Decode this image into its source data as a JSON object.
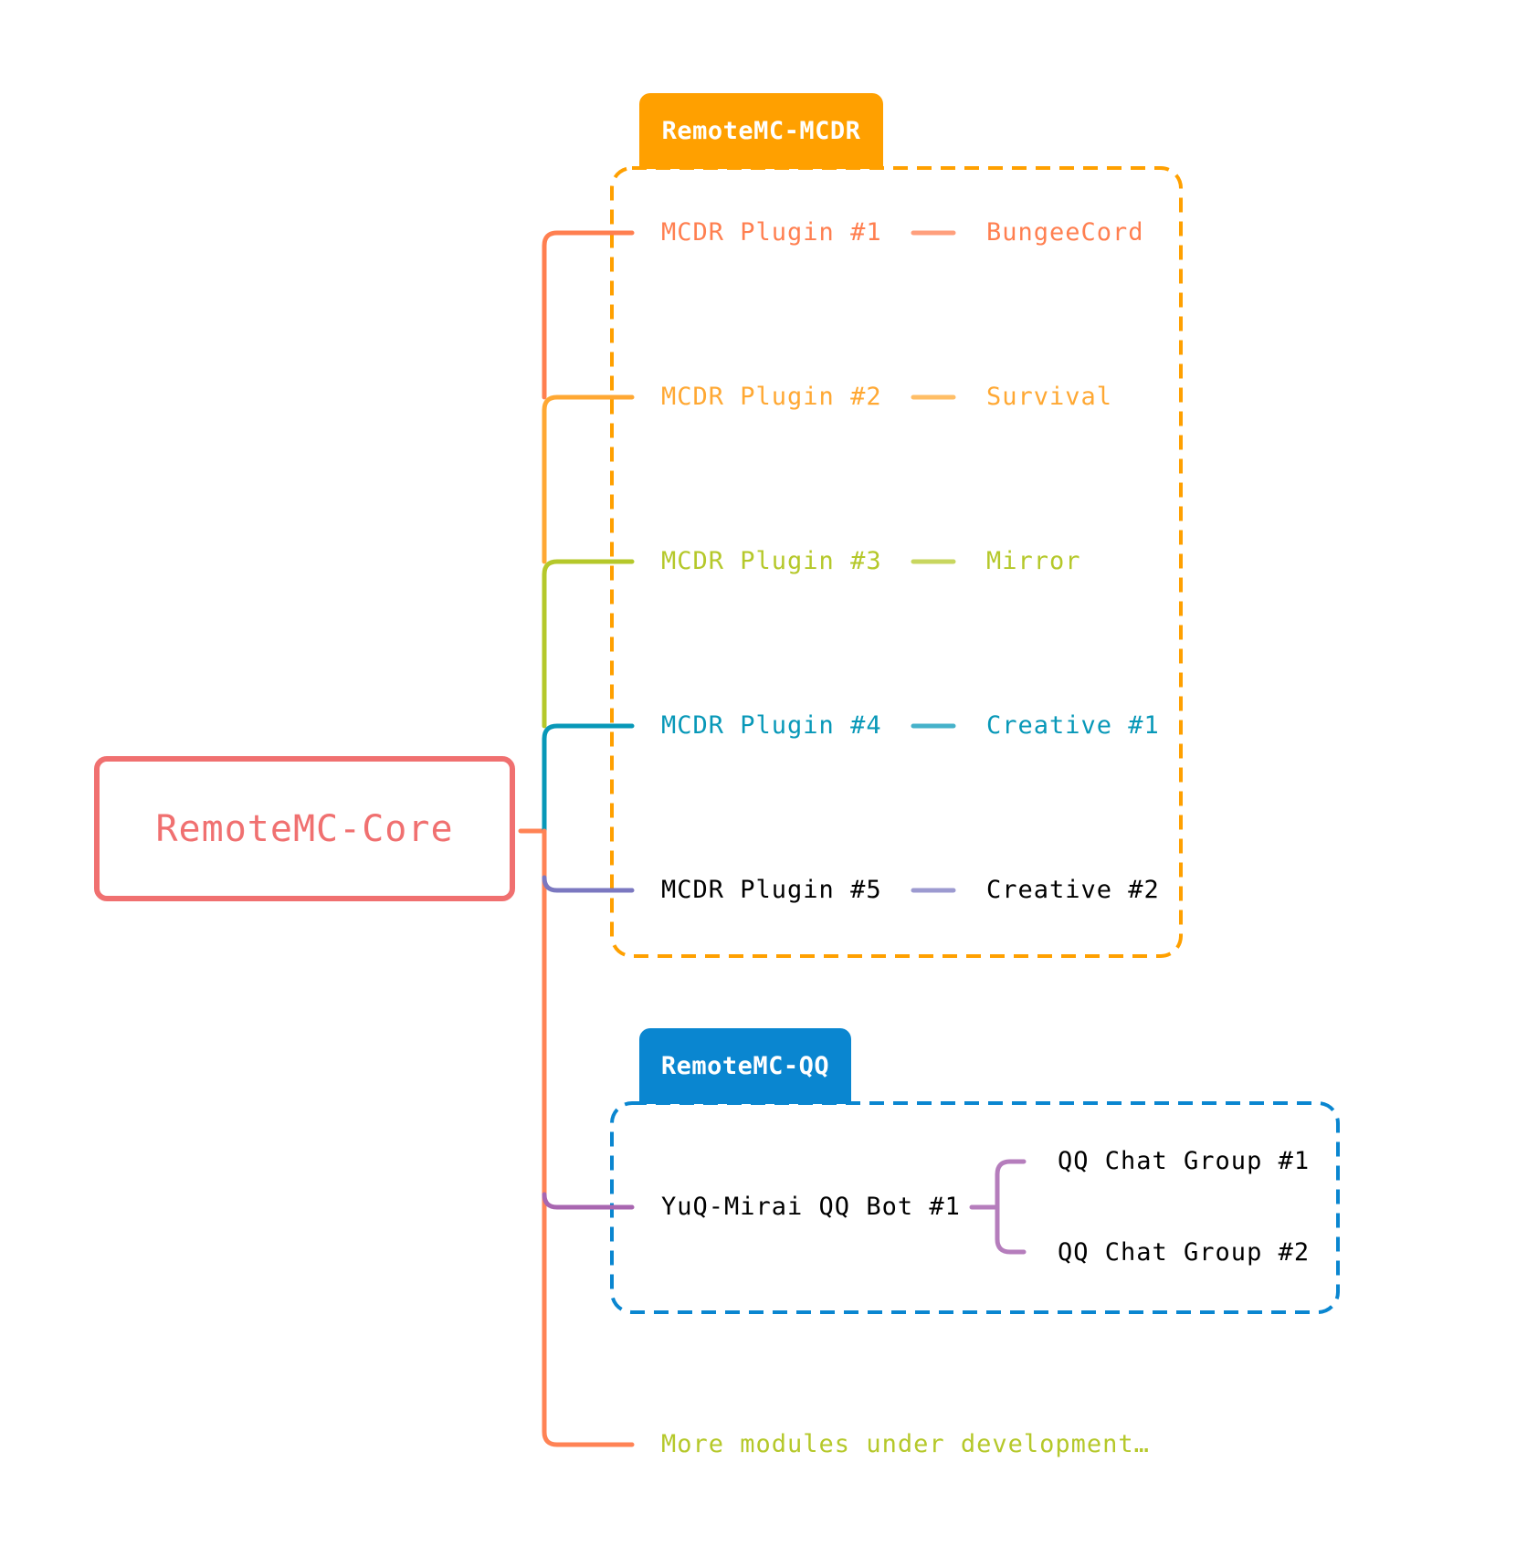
{
  "core": {
    "label": "RemoteMC-Core",
    "color": "#F07070"
  },
  "groups": [
    {
      "id": "mcdr",
      "tab_label": "RemoteMC-MCDR",
      "color": "#FFA000",
      "rows": [
        {
          "plugin": "MCDR Plugin #1",
          "server": "BungeeCord",
          "color": "#FF7F50",
          "text_color": "#FF7F50"
        },
        {
          "plugin": "MCDR Plugin #2",
          "server": "Survival",
          "color": "#FFA833",
          "text_color": "#FFA833"
        },
        {
          "plugin": "MCDR Plugin #3",
          "server": "Mirror",
          "color": "#B5C82A",
          "text_color": "#B5C82A"
        },
        {
          "plugin": "MCDR Plugin #4",
          "server": "Creative #1",
          "color": "#0898B8",
          "text_color": "#0898B8"
        },
        {
          "plugin": "MCDR Plugin #5",
          "server": "Creative #2",
          "color": "#7B78C0",
          "text_color": "#000000"
        }
      ]
    },
    {
      "id": "qq",
      "tab_label": "RemoteMC-QQ",
      "color": "#0A86D0",
      "bot": {
        "label": "YuQ-Mirai QQ Bot #1",
        "color": "#A866B0",
        "text_color": "#000000"
      },
      "chat_groups": [
        "QQ Chat Group #1",
        "QQ Chat Group #2"
      ]
    }
  ],
  "footer_item": {
    "label": "More modules under development…",
    "color": "#B5C82A",
    "line_color": "#FF8355"
  }
}
